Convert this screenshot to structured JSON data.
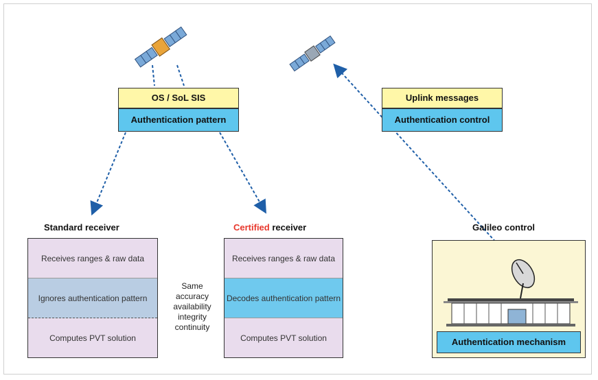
{
  "sis_header": {
    "title": "OS / SoL SIS",
    "pattern": "Authentication pattern"
  },
  "uplink_header": {
    "title": "Uplink messages",
    "control": "Authentication control"
  },
  "standard_receiver": {
    "title": "Standard receiver",
    "rows": [
      "Receives ranges & raw data",
      "Ignores authentication pattern",
      "Computes PVT solution"
    ]
  },
  "certified_receiver": {
    "title_highlight": "Certified",
    "title_rest": " receiver",
    "highlight_color": "#e8372c",
    "rows": [
      "Receives ranges & raw data",
      "Decodes authentication pattern",
      "Computes PVT solution"
    ]
  },
  "center_note": {
    "lines": [
      "Same",
      "accuracy",
      "availability",
      "integrity",
      "continuity"
    ]
  },
  "galileo_control": {
    "title": "Galileo control",
    "mechanism": "Authentication mechanism"
  },
  "colors": {
    "yellow": "#fff7a8",
    "blue": "#5ec6ee",
    "arrow": "#1f5fa8"
  },
  "icons": [
    "satellite-left-icon",
    "satellite-right-icon",
    "ground-station-icon",
    "dish-antenna-icon"
  ]
}
